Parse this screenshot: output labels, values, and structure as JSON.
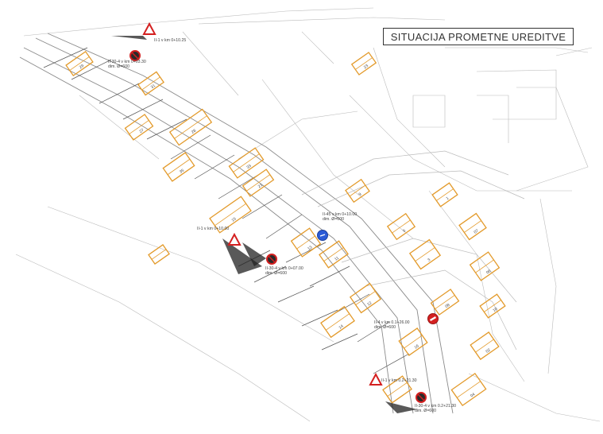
{
  "title": "SITUACIJA PROMETNE UREDITVE",
  "signs": [
    {
      "type": "warning-triangle",
      "line1": "II-1 v km 0+10.25",
      "line2": ""
    },
    {
      "type": "no-stopping",
      "line1": "II-30-4 v km 0+03.30",
      "line2": "dim. Ø=600"
    },
    {
      "type": "warning-triangle",
      "line1": "II-1 v km 0+10.00",
      "line2": ""
    },
    {
      "type": "no-stopping",
      "line1": "II-30-4 v km 0+07.00",
      "line2": "dim. Ø=600"
    },
    {
      "type": "mandatory-direction",
      "line1": "II-45 v km 0+10.00",
      "line2": "dim. Ø=600"
    },
    {
      "type": "no-entry",
      "line1": "II-4 v km 0.1+26.00",
      "line2": "dim. Ø=600"
    },
    {
      "type": "warning-triangle",
      "line1": "II-1 v km 0.2+21.30",
      "line2": ""
    },
    {
      "type": "no-stopping",
      "line1": "II-30-4 v km 0.2+21.30",
      "line2": "dim. Ø=600"
    }
  ],
  "building_numbers": [
    "29",
    "31",
    "23",
    "27",
    "28",
    "35",
    "33",
    "21",
    "15",
    "13",
    "11",
    "9",
    "5",
    "3",
    "1",
    "07",
    "06",
    "08",
    "10",
    "12",
    "14",
    "16",
    "02",
    "04"
  ],
  "colors": {
    "building": "#e39a2a",
    "road": "#8a8a8a",
    "dim": "#bbbbbb",
    "sign_red": "#d42020",
    "sign_blue": "#2a5bd7",
    "text": "#333333"
  }
}
